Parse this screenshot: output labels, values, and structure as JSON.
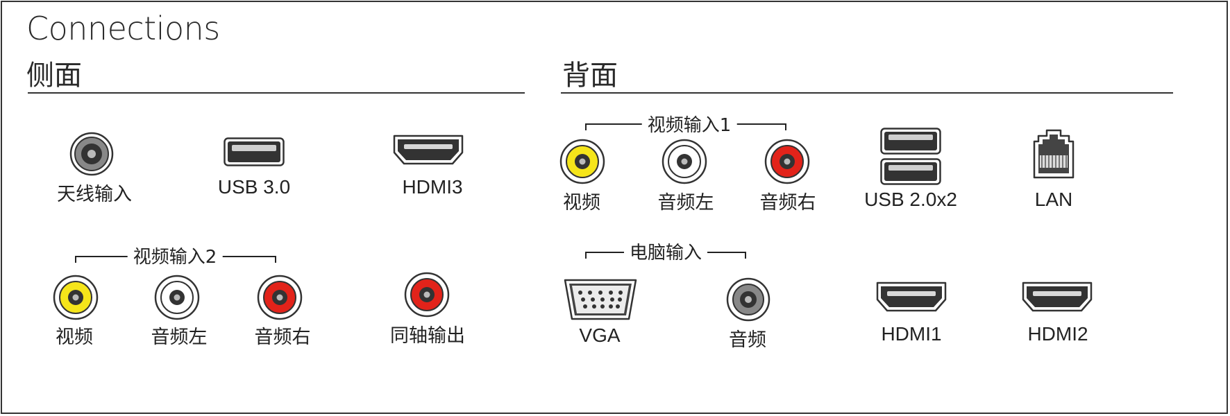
{
  "title": "Connections",
  "side": {
    "heading": "侧面",
    "connectors": [
      {
        "id": "antenna",
        "label": "天线输入",
        "icon": "coax-icon"
      },
      {
        "id": "usb3",
        "label": "USB 3.0",
        "icon": "usb-port-icon"
      },
      {
        "id": "hdmi3",
        "label": "HDMI3",
        "icon": "hdmi-port-icon"
      }
    ],
    "video_group": {
      "label": "视频输入2",
      "items": [
        {
          "label": "视频",
          "icon": "rca-yellow-icon",
          "color": "#f5e51a"
        },
        {
          "label": "音频左",
          "icon": "rca-white-icon",
          "color": "#ffffff"
        },
        {
          "label": "音频右",
          "icon": "rca-red-icon",
          "color": "#e2231a"
        }
      ]
    },
    "coax_out": {
      "label": "同轴输出",
      "icon": "rca-red-icon",
      "color": "#e2231a"
    }
  },
  "back": {
    "heading": "背面",
    "video_group": {
      "label": "视频输入1",
      "items": [
        {
          "label": "视频",
          "icon": "rca-yellow-icon",
          "color": "#f5e51a"
        },
        {
          "label": "音频左",
          "icon": "rca-white-icon",
          "color": "#ffffff"
        },
        {
          "label": "音频右",
          "icon": "rca-red-icon",
          "color": "#e2231a"
        }
      ]
    },
    "usb2": {
      "label": "USB 2.0x2",
      "icon": "usb-dual-port-icon"
    },
    "lan": {
      "label": "LAN",
      "icon": "rj45-icon"
    },
    "pc_group": {
      "label": "电脑输入",
      "items": [
        {
          "label": "VGA",
          "icon": "vga-port-icon"
        },
        {
          "label": "音频",
          "icon": "audio-jack-icon"
        }
      ]
    },
    "hdmi1": {
      "label": "HDMI1",
      "icon": "hdmi-port-icon"
    },
    "hdmi2": {
      "label": "HDMI2",
      "icon": "hdmi-port-icon"
    }
  }
}
